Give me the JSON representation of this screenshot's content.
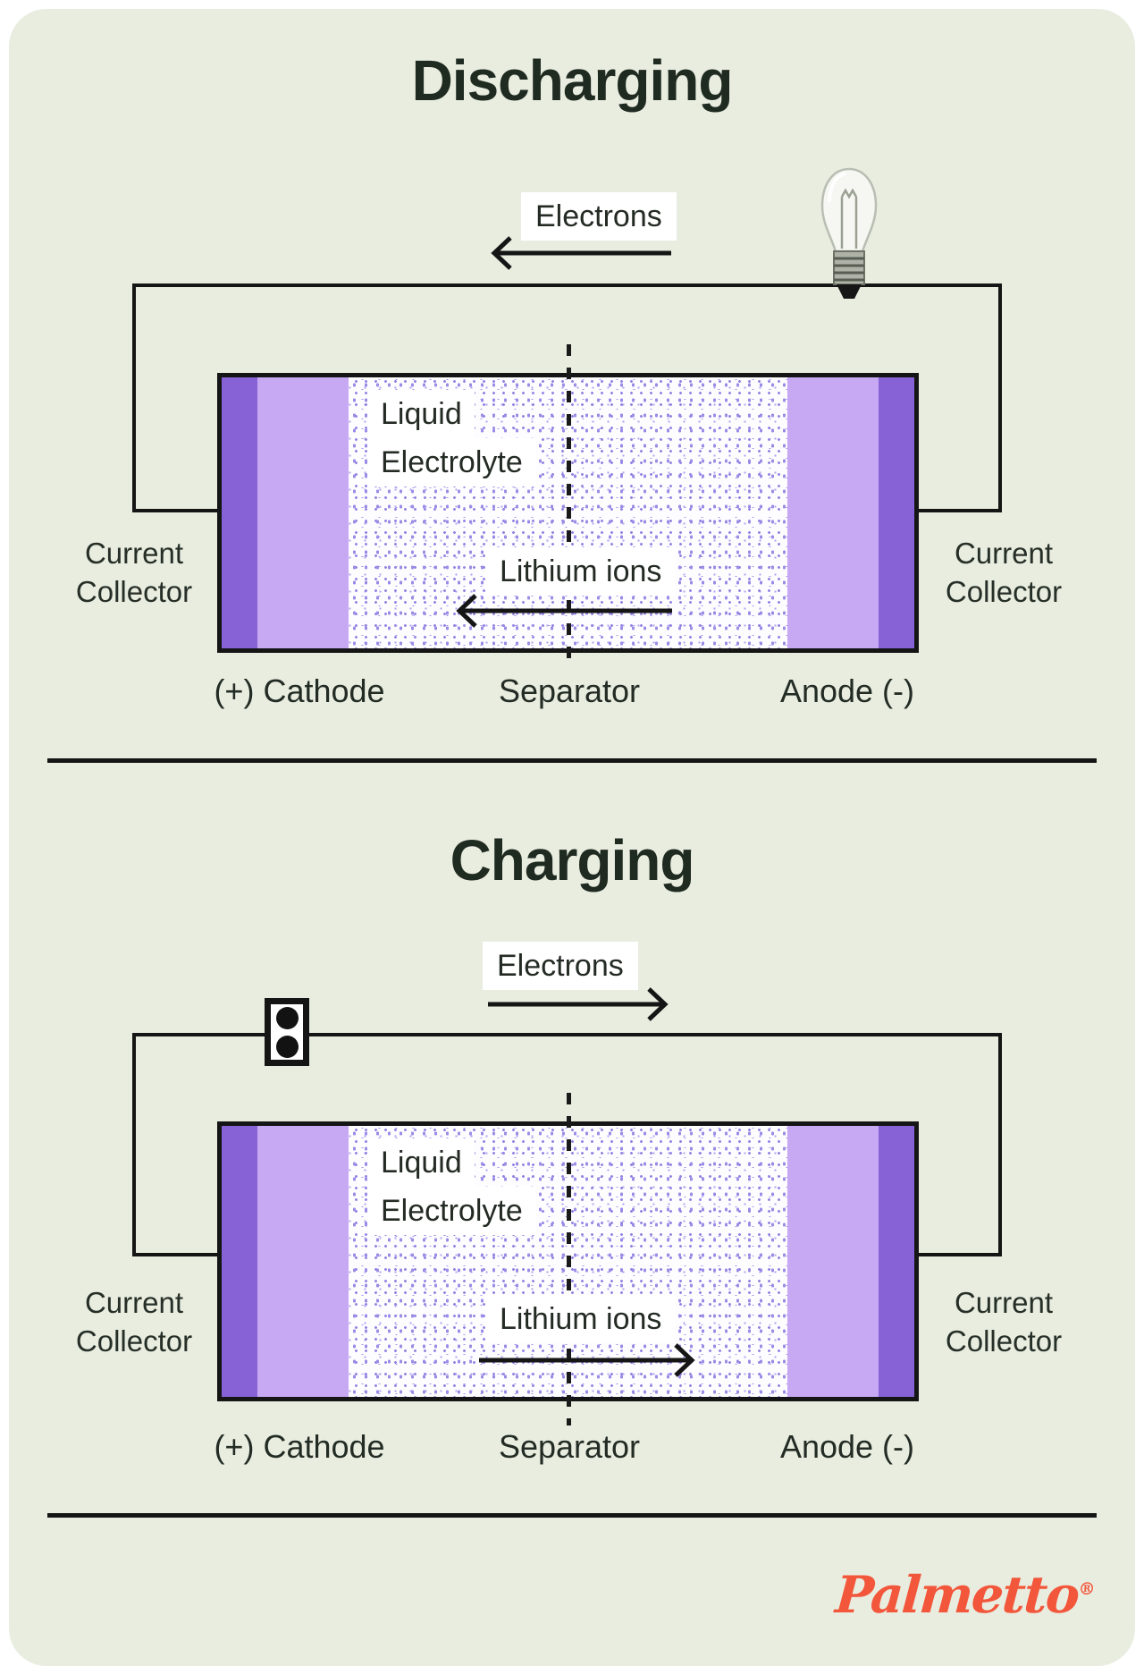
{
  "page": {
    "card_background": "#e9ede0",
    "wire_color": "#151515",
    "purple_dark": "#8662d6",
    "purple_light": "#c7a8f2",
    "speckle_color": "#9c8ce6",
    "title_color": "#1f2a21",
    "logo_color": "#f2573b"
  },
  "sections": [
    {
      "title": "Discharging",
      "load_icon": "light-bulb",
      "electrons_label": "Electrons",
      "electron_direction": "left",
      "electrolyte_line1": "Liquid",
      "electrolyte_line2": "Electrolyte",
      "lithium_label": "Lithium ions",
      "lithium_direction": "left",
      "collector_line1": "Current",
      "collector_line2": "Collector",
      "cathode_label": "(+) Cathode",
      "separator_label": "Separator",
      "anode_label": "Anode (-)"
    },
    {
      "title": "Charging",
      "load_icon": "power-outlet",
      "electrons_label": "Electrons",
      "electron_direction": "right",
      "electrolyte_line1": "Liquid",
      "electrolyte_line2": "Electrolyte",
      "lithium_label": "Lithium ions",
      "lithium_direction": "right",
      "collector_line1": "Current",
      "collector_line2": "Collector",
      "cathode_label": "(+) Cathode",
      "separator_label": "Separator",
      "anode_label": "Anode (-)"
    }
  ],
  "footer": {
    "brand": "Palmetto",
    "registered_mark": "®"
  }
}
